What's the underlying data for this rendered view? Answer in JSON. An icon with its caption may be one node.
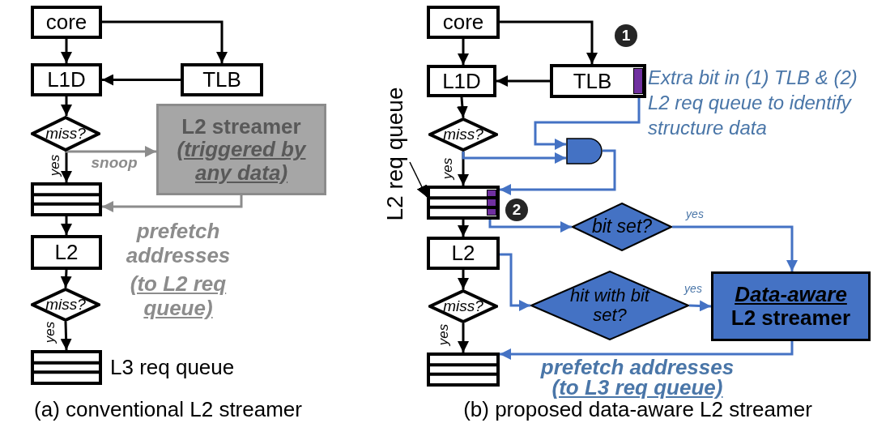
{
  "diagram": {
    "nodes": [
      {
        "text": [
          "core"
        ]
      },
      {
        "text": [
          "L1D"
        ]
      },
      {
        "text": [
          "TLB"
        ]
      },
      {
        "text": [
          "miss?"
        ]
      },
      {
        "text": [],
        "shape": "box"
      },
      {
        "text": [
          "L2 streamer",
          "(triggered by any data)"
        ]
      },
      {
        "text": [
          "L2"
        ]
      },
      {
        "text": [
          "miss?"
        ]
      },
      {
        "text": [],
        "shape": "box",
        "beside": [
          "L3 req queue"
        ]
      },
      {
        "text": [
          "core"
        ]
      },
      {
        "text": [
          "L1D"
        ]
      },
      {
        "text": [
          "TLB"
        ]
      },
      {
        "text": [
          "miss?"
        ]
      },
      {
        "text": [],
        "shape": "gate"
      },
      {
        "text": [],
        "shape": "box"
      },
      {
        "text": [
          "bit set?"
        ]
      },
      {
        "text": [
          "L2"
        ]
      },
      {
        "text": [
          "hit with bit set?"
        ]
      },
      {
        "text": [
          "Data-aware",
          "L2 streamer"
        ]
      },
      {
        "text": [
          "miss?"
        ]
      },
      {
        "text": [],
        "shape": "box"
      },
      {
        "text": [
          "L2 req queue"
        ]
      }
    ],
    "edges": [
      {
        "from": 0,
        "to": 1,
        "arrow": "to"
      },
      {
        "from": 0,
        "to": 2,
        "arrow": "to"
      },
      {
        "from": 2,
        "to": 1,
        "arrow": "to"
      },
      {
        "from": 1,
        "to": 3,
        "arrow": "to"
      },
      {
        "from": 3,
        "to": 4,
        "arrow": "to",
        "label": "yes"
      },
      {
        "from": 3,
        "to": 5,
        "arrow": "to",
        "label": "snoop",
        "color": "#8c8c8c"
      },
      {
        "from": 5,
        "to": 4,
        "arrow": "to",
        "label": "prefetch addresses",
        "color": "#8c8c8c"
      },
      {
        "from": 4,
        "to": 6,
        "arrow": "to"
      },
      {
        "from": 6,
        "to": 7,
        "arrow": "to"
      },
      {
        "from": 7,
        "to": 8,
        "arrow": "to",
        "label": "yes"
      },
      {
        "from": 9,
        "to": 10,
        "arrow": "to"
      },
      {
        "from": 9,
        "to": 11,
        "arrow": "to"
      },
      {
        "from": 11,
        "to": 10,
        "arrow": "to"
      },
      {
        "from": 10,
        "to": 12,
        "arrow": "to"
      },
      {
        "from": 12,
        "to": 14,
        "arrow": "to",
        "label": "yes"
      },
      {
        "from": 12,
        "to": 13,
        "arrow": "to",
        "color": "#4472c4"
      },
      {
        "from": 11,
        "to": 13,
        "arrow": "to",
        "color": "#4472c4"
      },
      {
        "from": 13,
        "to": 14,
        "arrow": "to",
        "color": "#4472c4"
      },
      {
        "from": 14,
        "to": 15,
        "arrow": "to",
        "color": "#4472c4"
      },
      {
        "from": 15,
        "to": 18,
        "arrow": "to",
        "label": "yes",
        "color": "#4472c4"
      },
      {
        "from": 16,
        "to": 17,
        "arrow": "to",
        "color": "#4472c4"
      },
      {
        "from": 17,
        "to": 18,
        "arrow": "to",
        "label": "yes",
        "color": "#4472c4"
      },
      {
        "from": 18,
        "to": 20,
        "arrow": "to",
        "label": "prefetch addresses",
        "color": "#4472c4"
      },
      {
        "from": 14,
        "to": 16,
        "arrow": "to"
      },
      {
        "from": 16,
        "to": 19,
        "arrow": "to"
      },
      {
        "from": 19,
        "to": 20,
        "arrow": "to",
        "label": "yes"
      },
      {
        "from": 21,
        "to": 14,
        "arrow": "to"
      }
    ],
    "labels": [
      "(to L2 req queue)",
      "1",
      "Extra bit in (1) TLB & (2) L2 req queue to identify structure data",
      "2",
      "(to L3 req queue)",
      "(a) conventional L2 streamer",
      "(b) proposed data-aware L2 streamer"
    ]
  }
}
